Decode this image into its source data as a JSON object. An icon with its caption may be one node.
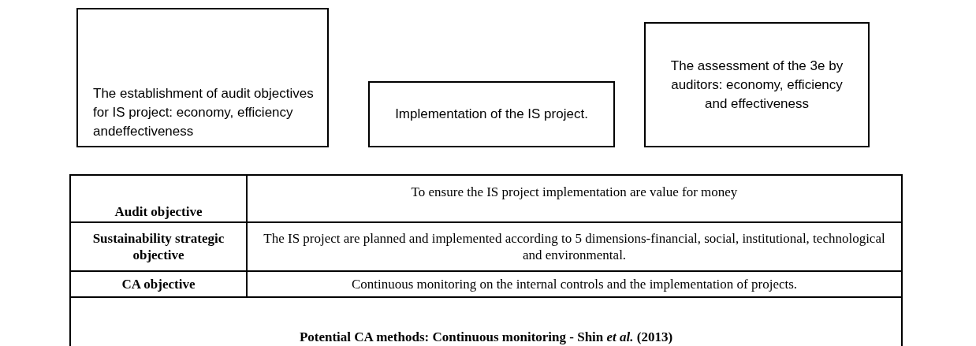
{
  "diagram": {
    "nodes": [
      {
        "text": [
          "The establishment of audit objectives for IS project: economy, efficiency andeffectiveness"
        ]
      },
      {
        "text": [
          "Implementation of the IS project."
        ]
      },
      {
        "text": [
          "The assessment of the 3e by auditors: economy, efficiency and effectiveness"
        ]
      }
    ],
    "labels": [
      "Audit objective",
      "To ensure the IS project implementation are value for money",
      "Sustainability strategic objective",
      "The IS project are planned and implemented according to 5 dimensions-financial, social, institutional, technological and environmental.",
      "CA objective",
      "Continuous monitoring on the internal controls and the implementation of projects.",
      "Potential CA methods: Continuous monitoring - Shin *et al.* (2013)"
    ]
  }
}
